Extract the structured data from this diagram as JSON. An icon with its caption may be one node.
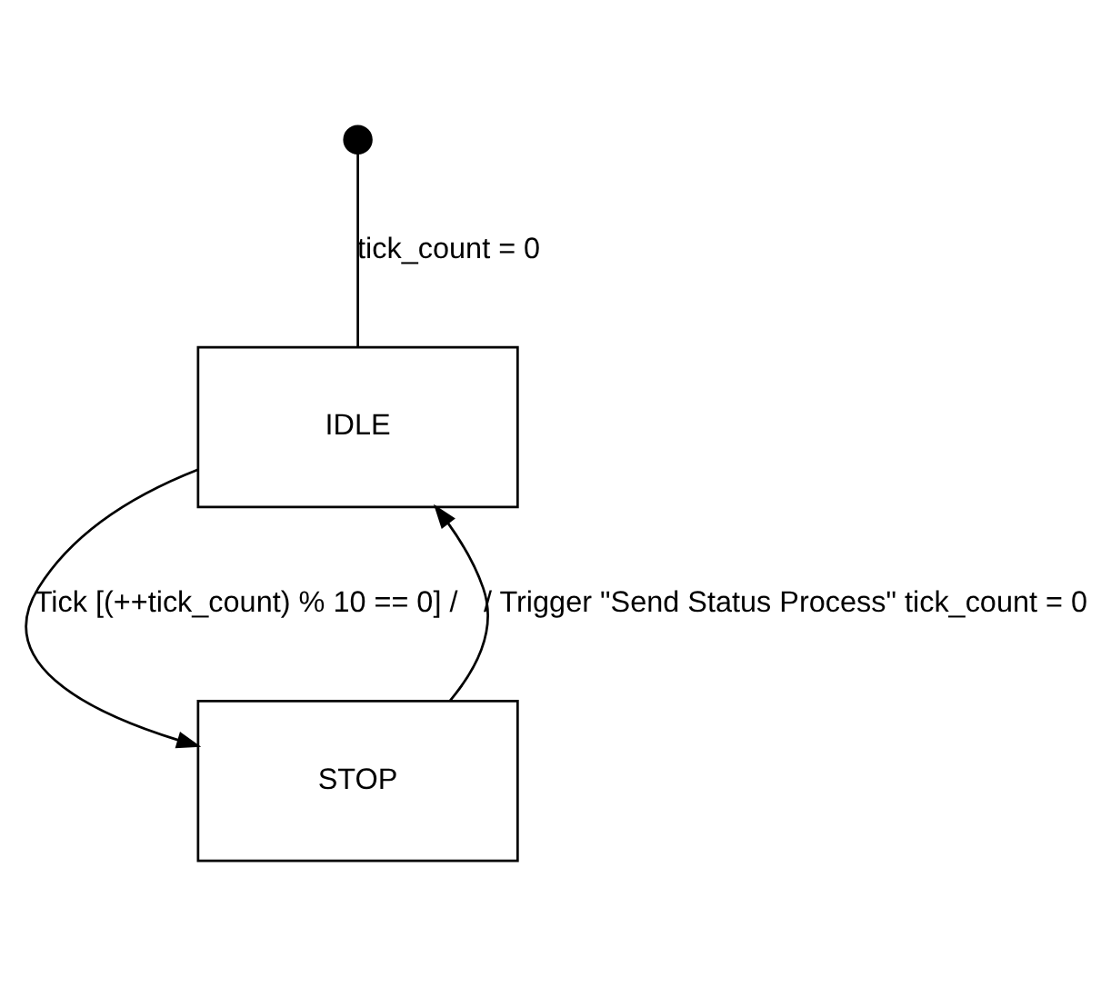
{
  "diagram": {
    "nodes": [
      {
        "text": [],
        "shape": "circle"
      },
      {
        "text": [
          "IDLE"
        ]
      },
      {
        "text": [
          "STOP"
        ]
      }
    ],
    "edges": [
      {
        "from": 0,
        "to": 1,
        "arrow": "none",
        "label": "tick_count = 0"
      },
      {
        "from": 1,
        "to": 2,
        "arrow": "to",
        "label": "Tick [(++tick_count) % 10 == 0] /"
      },
      {
        "from": 2,
        "to": 1,
        "arrow": "to",
        "label": "/ Trigger \"Send Status Process\" tick_count = 0"
      }
    ]
  }
}
